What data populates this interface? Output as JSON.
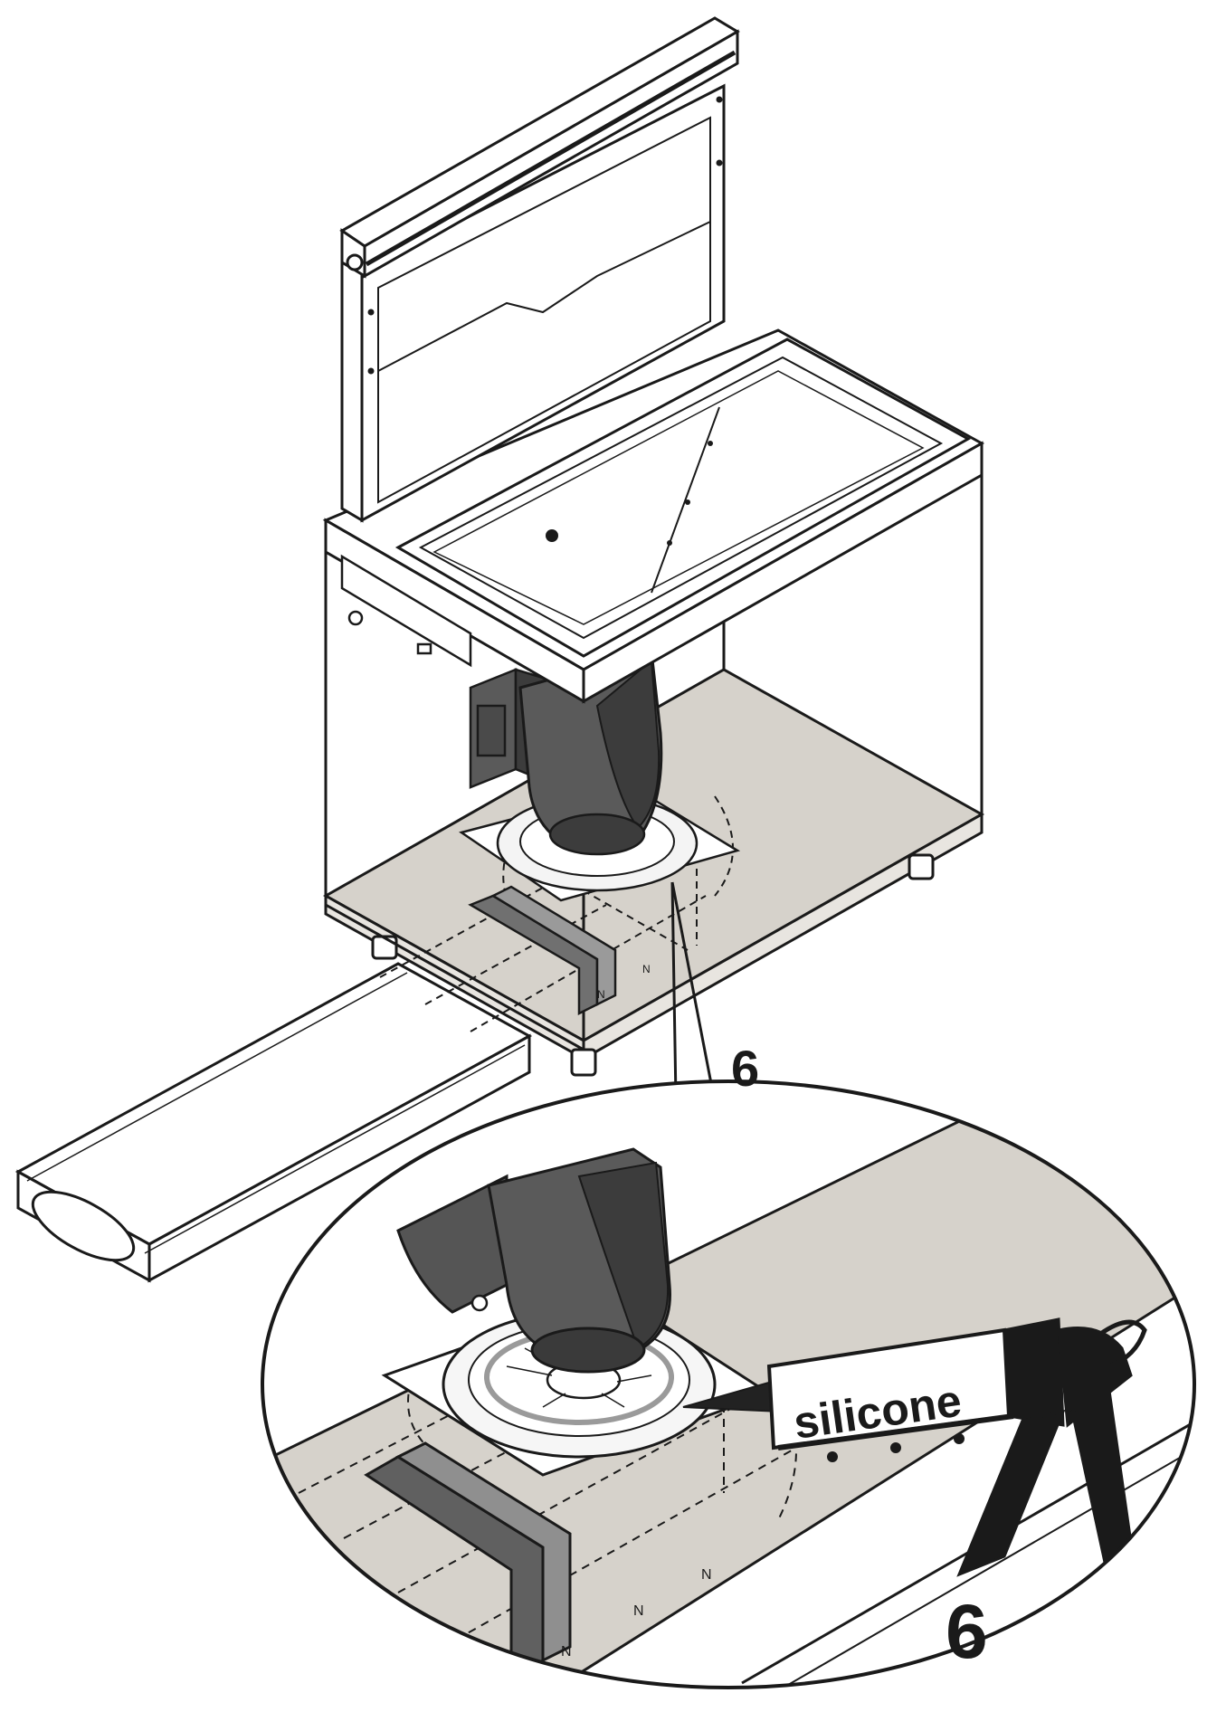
{
  "callouts": {
    "step_upper": "6",
    "step_lower": "6",
    "tube_label": "silicone"
  },
  "colors": {
    "outline": "#1a1a1a",
    "floor": "#d6d2cb",
    "duct": "#5a5a5a",
    "duct_dark": "#3c3c3c",
    "paper": "#ffffff"
  }
}
